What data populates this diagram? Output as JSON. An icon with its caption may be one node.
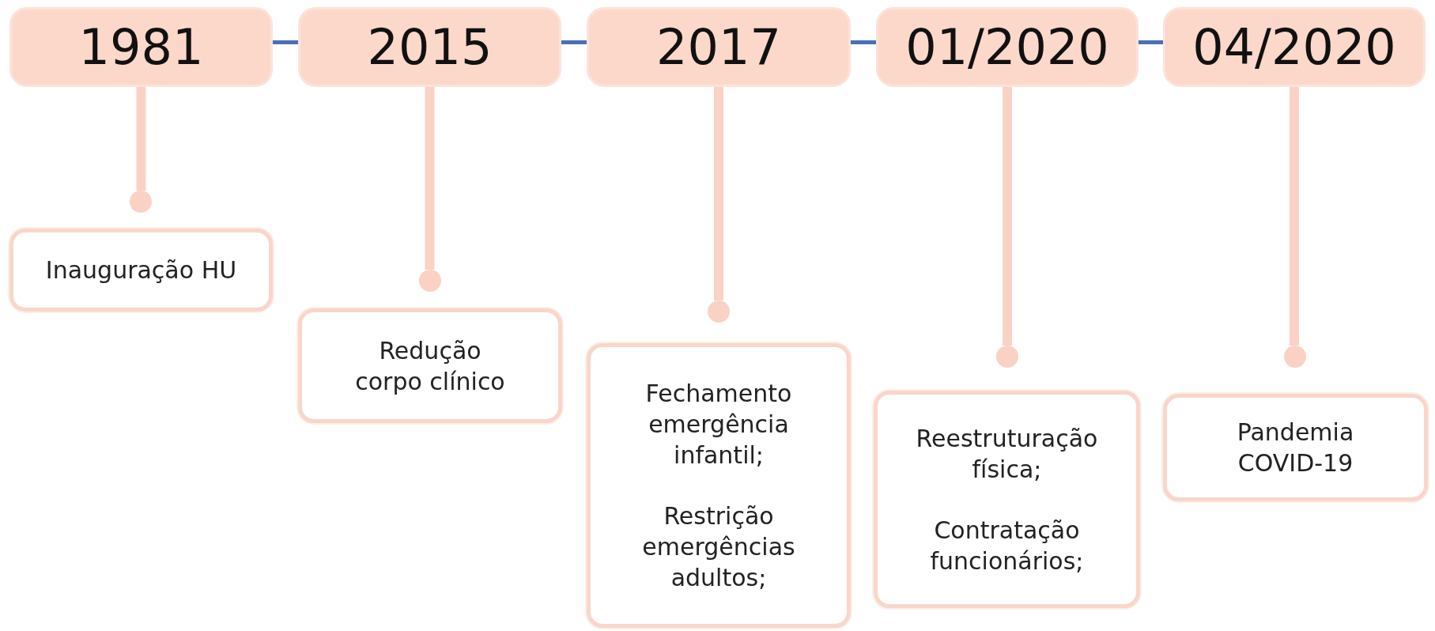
{
  "diagram": {
    "nodes": [
      {
        "text": [
          "1981"
        ]
      },
      {
        "text": [
          "2015"
        ]
      },
      {
        "text": [
          "2017"
        ]
      },
      {
        "text": [
          "01/2020"
        ]
      },
      {
        "text": [
          "04/2020"
        ]
      },
      {
        "text": [],
        "shape": "circle"
      },
      {
        "text": [],
        "shape": "circle"
      },
      {
        "text": [],
        "shape": "circle"
      },
      {
        "text": [],
        "shape": "circle"
      },
      {
        "text": [],
        "shape": "circle"
      },
      {
        "text": [
          "Inauguração HU"
        ]
      },
      {
        "text": [
          "Redução corpo clínico"
        ]
      },
      {
        "text": [
          "Fechamento emergência infantil;",
          "Restrição emergências adultos;"
        ]
      },
      {
        "text": [
          "Reestruturação física;",
          "Contratação funcionários;"
        ]
      },
      {
        "text": [
          "Pandemia COVID-19"
        ]
      }
    ],
    "edges": [
      {
        "from": 0,
        "to": 1,
        "arrow": "none",
        "color": "#4a6fb5"
      },
      {
        "from": 1,
        "to": 2,
        "arrow": "none",
        "color": "#4a6fb5"
      },
      {
        "from": 2,
        "to": 3,
        "arrow": "none",
        "color": "#4a6fb5"
      },
      {
        "from": 3,
        "to": 4,
        "arrow": "none",
        "color": "#4a6fb5"
      },
      {
        "from": 0,
        "to": 5,
        "arrow": "none"
      },
      {
        "from": 1,
        "to": 6,
        "arrow": "none"
      },
      {
        "from": 2,
        "to": 7,
        "arrow": "none"
      },
      {
        "from": 3,
        "to": 8,
        "arrow": "none"
      },
      {
        "from": 4,
        "to": 9,
        "arrow": "none"
      }
    ]
  }
}
